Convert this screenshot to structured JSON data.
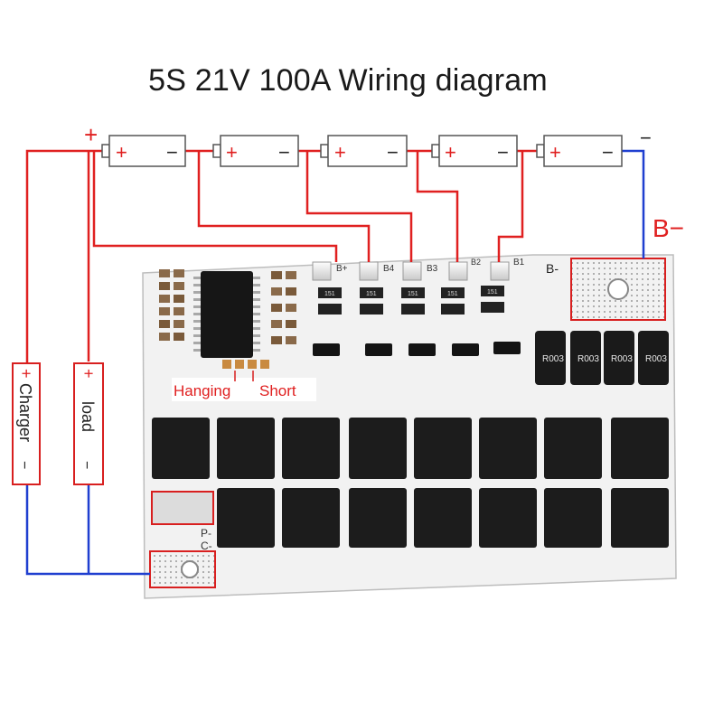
{
  "title": "5S 21V 100A Wiring diagram",
  "terminals": {
    "pack_plus": "+",
    "pack_minus": "−",
    "b_minus": "B−"
  },
  "cells": [
    {
      "plus": "+",
      "minus": "−"
    },
    {
      "plus": "+",
      "minus": "−"
    },
    {
      "plus": "+",
      "minus": "−"
    },
    {
      "plus": "+",
      "minus": "−"
    },
    {
      "plus": "+",
      "minus": "−"
    }
  ],
  "charger": {
    "plus": "+",
    "label": "Charger",
    "minus": "−"
  },
  "load": {
    "plus": "+",
    "label": "load",
    "minus": "−"
  },
  "board": {
    "pads": [
      "B+",
      "B4",
      "B3",
      "B2",
      "B1",
      "B-"
    ],
    "shunts": [
      "R003",
      "R003",
      "R003",
      "R003"
    ],
    "resistor_code": "151",
    "p_label": "P-",
    "c_label": "C-"
  },
  "switch_labels": {
    "hanging": "Hanging",
    "short": "Short"
  },
  "colors": {
    "wire_red": "#e02020",
    "wire_blue": "#1f3fd0",
    "board": "#f4f4f4",
    "mosfet": "#1c1c1c"
  }
}
